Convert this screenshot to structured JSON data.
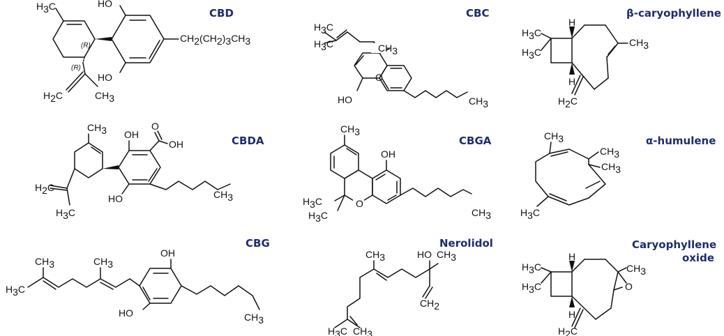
{
  "colors": {
    "name_color": "#1f2d6b",
    "bond_color": "#111111"
  },
  "compounds": [
    {
      "name": "CBD",
      "atoms": {
        "h3c": "H3C",
        "ho_top": "HO",
        "ho_bot": "HO",
        "chain": "CH2(CH2)3CH3",
        "h2c": "H2C",
        "ch3": "CH3",
        "r1": "(R)",
        "r2": "(R)"
      }
    },
    {
      "name": "CBC",
      "atoms": {
        "h3c_1": "H3C",
        "h3c_2": "H3C",
        "ch3_a": "CH3",
        "ho": "HO",
        "o": "O",
        "ch3_b": "CH3"
      }
    },
    {
      "name": "β-caryophyllene",
      "atoms": {
        "h3c_1": "H3C",
        "h3c_2": "H3C",
        "h_top": "H",
        "h_bot": "H",
        "ch3": "CH3",
        "h2c": "H2C"
      }
    },
    {
      "name": "CBDA",
      "atoms": {
        "ch3": "CH3",
        "oh": "OH",
        "o": "O",
        "oh_acid": "OH",
        "h2c": "H2C",
        "h3c": "H3C",
        "ho": "HO",
        "ch3_end": "CH3"
      }
    },
    {
      "name": "CBGA",
      "atoms": {
        "ch3": "CH3",
        "oh": "OH",
        "h3c_1": "H3C",
        "h3c_2": "H3C",
        "o": "O",
        "ch3_end": "CH3"
      }
    },
    {
      "name": "α-humulene",
      "atoms": {
        "ch3_1": "CH3",
        "ch3_2": "CH3",
        "ch3_3": "CH3",
        "h3c": "H3C"
      }
    },
    {
      "name": "CBG",
      "atoms": {
        "ch3_1": "CH3",
        "h3c": "H3C",
        "ch3_2": "CH3",
        "oh": "OH",
        "ho": "HO",
        "ch3_end": "CH3"
      }
    },
    {
      "name": "Nerolidol",
      "atoms": {
        "ch3_1": "CH3",
        "ho": "HO",
        "ch3_2": "CH3",
        "ch2": "CH2",
        "h3c": "H3C",
        "ch3_3": "CH3"
      }
    },
    {
      "name": "Caryophyllene oxide",
      "atoms": {
        "h3c_1": "H3C",
        "h3c_2": "H3C",
        "h_top": "H",
        "h_bot": "H",
        "ch3": "CH3",
        "o": "O",
        "h2c": "H2C"
      }
    }
  ]
}
